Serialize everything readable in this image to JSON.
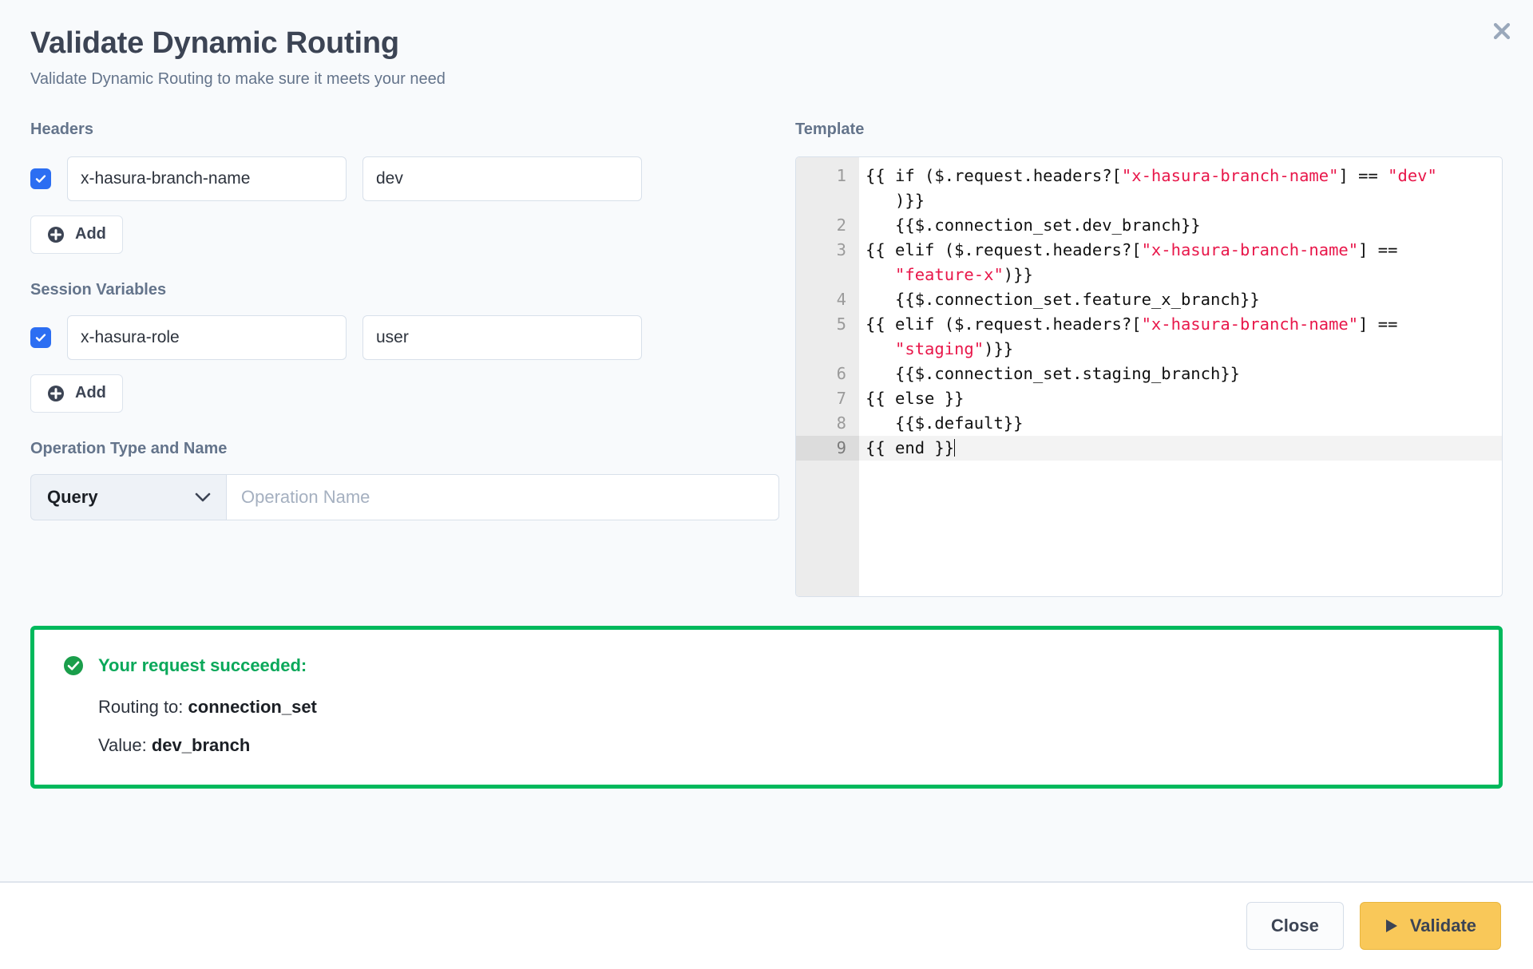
{
  "dialog": {
    "title": "Validate Dynamic Routing",
    "subtitle": "Validate Dynamic Routing to make sure it meets your need",
    "close_icon": "close-icon"
  },
  "headers": {
    "label": "Headers",
    "add_label": "Add",
    "add_icon": "plus-circle-icon",
    "rows": [
      {
        "enabled": true,
        "key": "x-hasura-branch-name",
        "value": "dev"
      }
    ]
  },
  "session_variables": {
    "label": "Session Variables",
    "add_label": "Add",
    "add_icon": "plus-circle-icon",
    "rows": [
      {
        "enabled": true,
        "key": "x-hasura-role",
        "value": "user"
      }
    ]
  },
  "operation": {
    "label": "Operation Type and Name",
    "type_selected": "Query",
    "type_icon": "chevron-down-icon",
    "name_value": "",
    "name_placeholder": "Operation Name"
  },
  "template": {
    "label": "Template",
    "lines": [
      {
        "n": "1",
        "active": false,
        "segments": [
          {
            "t": "{{ if ($.request.headers?[",
            "s": false
          },
          {
            "t": "\"x-hasura-branch-name\"",
            "s": true
          },
          {
            "t": "] == ",
            "s": false
          },
          {
            "t": "\"dev\"",
            "s": true
          }
        ],
        "wrap": ")}}"
      },
      {
        "n": "2",
        "active": false,
        "segments": [
          {
            "t": "   {{$.connection_set.dev_branch}}",
            "s": false
          }
        ]
      },
      {
        "n": "3",
        "active": false,
        "segments": [
          {
            "t": "{{ elif ($.request.headers?[",
            "s": false
          },
          {
            "t": "\"x-hasura-branch-name\"",
            "s": true
          },
          {
            "t": "] ==",
            "s": false
          }
        ],
        "wrap_str": "\"feature-x\"",
        "wrap_tail": ")}}"
      },
      {
        "n": "4",
        "active": false,
        "segments": [
          {
            "t": "   {{$.connection_set.feature_x_branch}}",
            "s": false
          }
        ]
      },
      {
        "n": "5",
        "active": false,
        "segments": [
          {
            "t": "{{ elif ($.request.headers?[",
            "s": false
          },
          {
            "t": "\"x-hasura-branch-name\"",
            "s": true
          },
          {
            "t": "] ==",
            "s": false
          }
        ],
        "wrap_str": "\"staging\"",
        "wrap_tail": ")}}"
      },
      {
        "n": "6",
        "active": false,
        "segments": [
          {
            "t": "   {{$.connection_set.staging_branch}}",
            "s": false
          }
        ]
      },
      {
        "n": "7",
        "active": false,
        "segments": [
          {
            "t": "{{ else }}",
            "s": false
          }
        ]
      },
      {
        "n": "8",
        "active": false,
        "segments": [
          {
            "t": "   {{$.default}}",
            "s": false
          }
        ]
      },
      {
        "n": "9",
        "active": true,
        "segments": [
          {
            "t": "{{ end }}",
            "s": false
          }
        ],
        "caret": true
      }
    ]
  },
  "result": {
    "status_icon": "check-circle-icon",
    "heading": "Your request succeeded:",
    "routing_label": "Routing to: ",
    "routing_value": "connection_set",
    "value_label": "Value: ",
    "value_value": "dev_branch",
    "accent_color": "#00b95c"
  },
  "footer": {
    "close_label": "Close",
    "validate_label": "Validate",
    "validate_icon": "play-icon",
    "validate_color": "#f9c859"
  }
}
